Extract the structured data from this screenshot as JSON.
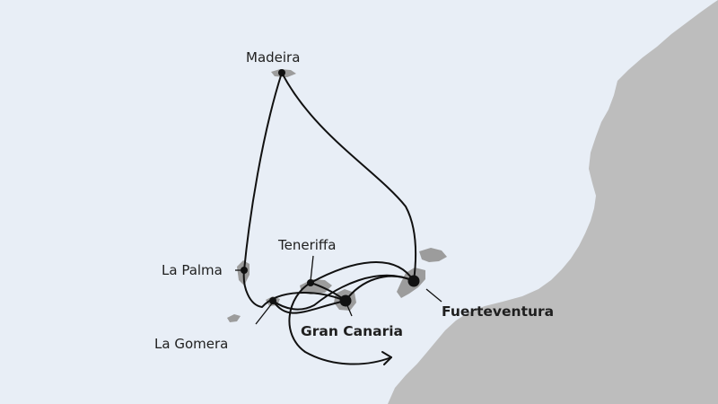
{
  "map": {
    "ports": [
      {
        "id": "madeira",
        "label": "Madeira",
        "emphasis": false
      },
      {
        "id": "teneriffa",
        "label": "Teneriffa",
        "emphasis": false
      },
      {
        "id": "la_palma",
        "label": "La Palma",
        "emphasis": false
      },
      {
        "id": "la_gomera",
        "label": "La Gomera",
        "emphasis": false
      },
      {
        "id": "gran_canaria",
        "label": "Gran Canaria",
        "emphasis": true
      },
      {
        "id": "fuerteventura",
        "label": "Fuerteventura",
        "emphasis": true
      }
    ],
    "colors": {
      "sea": "#e8eef6",
      "land": "#bdbdbd",
      "island": "#9c9c9c",
      "route": "#111111"
    }
  }
}
